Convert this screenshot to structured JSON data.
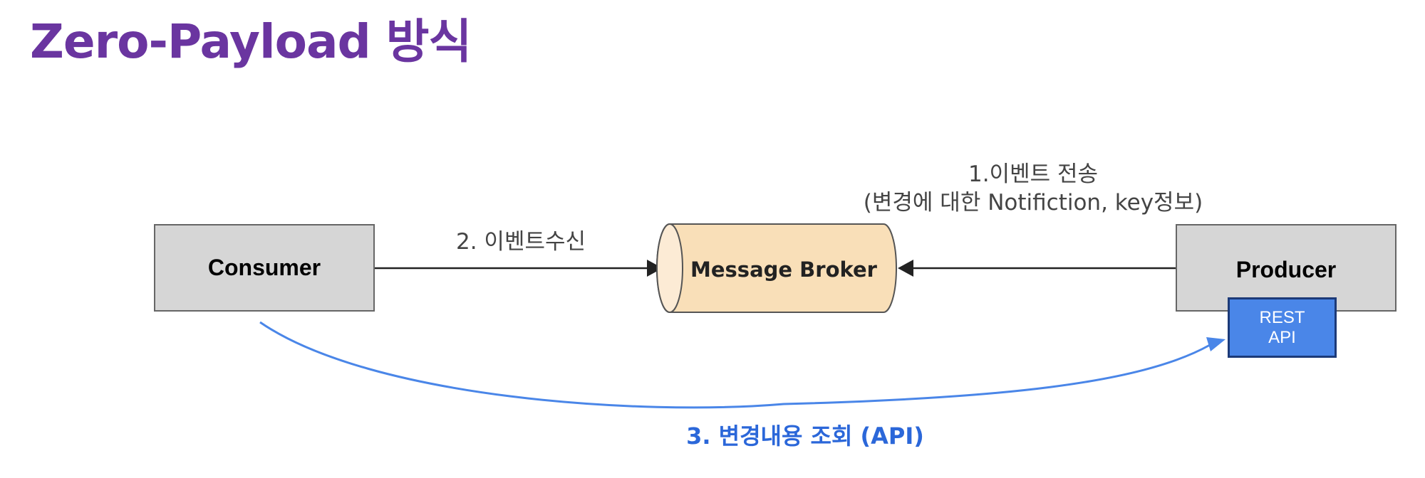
{
  "title": "Zero-Payload 방식",
  "nodes": {
    "consumer": "Consumer",
    "broker": "Message Broker",
    "producer": "Producer",
    "rest_api_line1": "REST",
    "rest_api_line2": "API"
  },
  "edges": {
    "step1_line1": "1.이벤트 전송",
    "step1_line2": "(변경에 대한 Notifiction, key정보)",
    "step2": "2. 이벤트수신",
    "step3": "3. 변경내용 조회 (API)"
  },
  "colors": {
    "title": "#6a35a0",
    "broker_fill": "#f9dfb8",
    "node_fill": "#d6d6d6",
    "rest_fill": "#4a86e8",
    "api_arrow": "#4a86e8",
    "api_label": "#2b67d9"
  }
}
